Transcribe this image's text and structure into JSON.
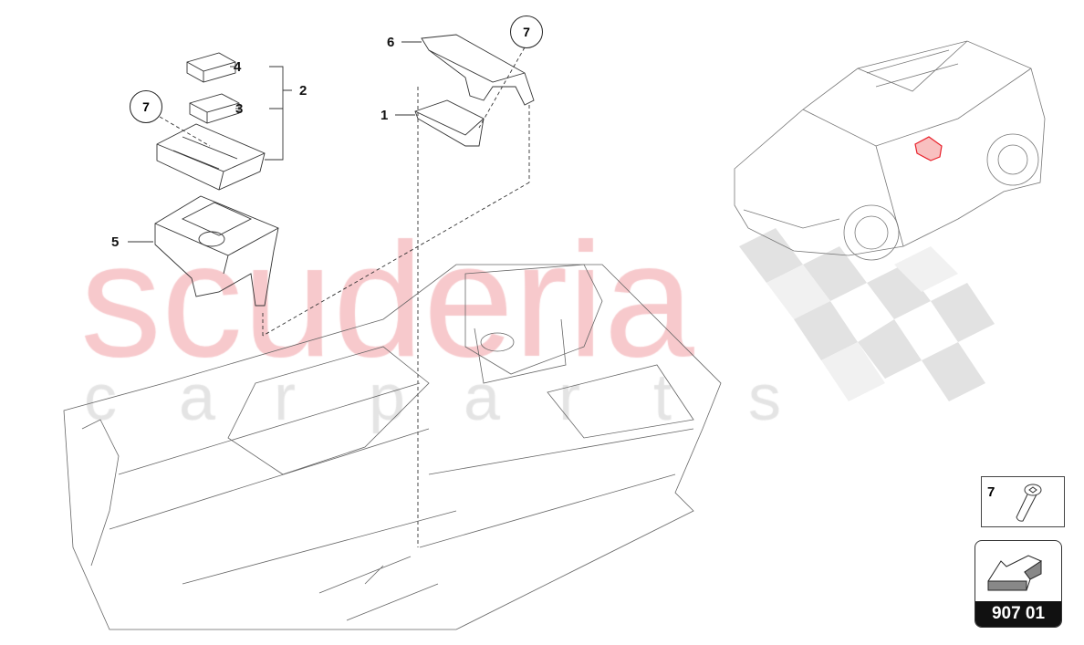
{
  "watermark": {
    "line1": "scuderia",
    "line2": "carparts"
  },
  "callouts": {
    "part1": "1",
    "part2": "2",
    "part3": "3",
    "part4": "4",
    "part5": "5",
    "part6": "6",
    "screw_ref_a": "7",
    "screw_ref_b": "7"
  },
  "screw_box": {
    "label": "7",
    "icon": "torx-screw-icon"
  },
  "section_badge": {
    "code": "907 01",
    "icon": "arrow-direction-icon"
  },
  "colors": {
    "highlight": "#e8202a",
    "watermark": "#f7c9cc"
  }
}
